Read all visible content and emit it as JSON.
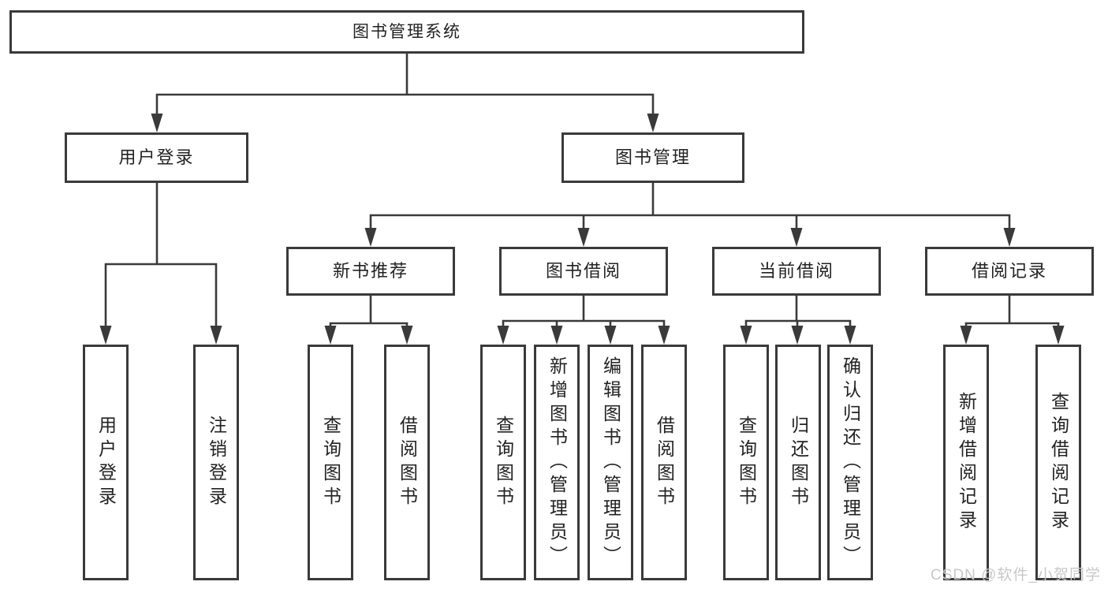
{
  "colors": {
    "line": "#3a3a3a",
    "text": "#222222",
    "box-bg": "#ffffff",
    "watermark": "#c8c8c8"
  },
  "watermark": {
    "text": "CSDN @软件_小贺同学"
  },
  "tree": {
    "root": {
      "label": "图书管理系统",
      "children": [
        {
          "label": "用户登录",
          "children": [
            {
              "label": "用户登录"
            },
            {
              "label": "注销登录"
            }
          ]
        },
        {
          "label": "图书管理",
          "children": [
            {
              "label": "新书推荐",
              "children": [
                {
                  "label": "查询图书"
                },
                {
                  "label": "借阅图书"
                }
              ]
            },
            {
              "label": "图书借阅",
              "children": [
                {
                  "label": "查询图书"
                },
                {
                  "label": "新增图书（管理员）"
                },
                {
                  "label": "编辑图书（管理员）"
                },
                {
                  "label": "借阅图书"
                }
              ]
            },
            {
              "label": "当前借阅",
              "children": [
                {
                  "label": "查询图书"
                },
                {
                  "label": "归还图书"
                },
                {
                  "label": "确认归还（管理员）"
                }
              ]
            },
            {
              "label": "借阅记录",
              "children": [
                {
                  "label": "新增借阅记录"
                },
                {
                  "label": "查询借阅记录"
                }
              ]
            }
          ]
        }
      ]
    }
  }
}
